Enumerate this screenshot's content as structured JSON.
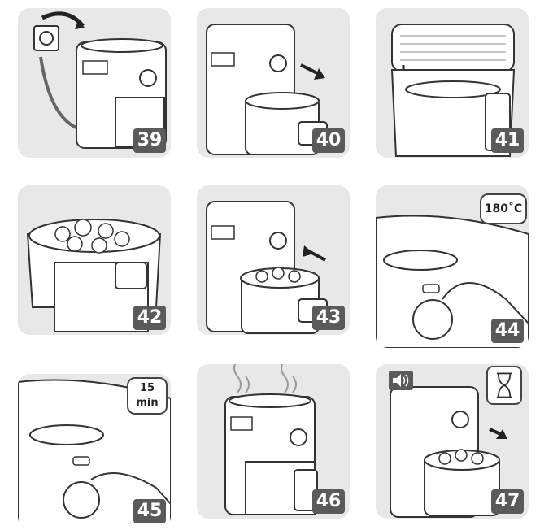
{
  "steps": [
    {
      "number": "39",
      "icon": "plug-into-socket-icon"
    },
    {
      "number": "40",
      "icon": "pull-basket-out-icon"
    },
    {
      "number": "41",
      "icon": "insert-grill-plate-icon"
    },
    {
      "number": "42",
      "icon": "food-in-basket-icon"
    },
    {
      "number": "43",
      "icon": "push-basket-in-icon"
    },
    {
      "number": "44",
      "icon": "set-temperature-dial-icon",
      "callout": "180˚C"
    },
    {
      "number": "45",
      "icon": "set-timer-dial-icon",
      "callout_line1": "15",
      "callout_line2": "min"
    },
    {
      "number": "46",
      "icon": "cooking-steam-icon"
    },
    {
      "number": "47",
      "icon": "remove-basket-beep-icon"
    }
  ],
  "colors": {
    "panel": "#e8e8e8",
    "badge": "#5a5a5a",
    "line": "#333333"
  }
}
